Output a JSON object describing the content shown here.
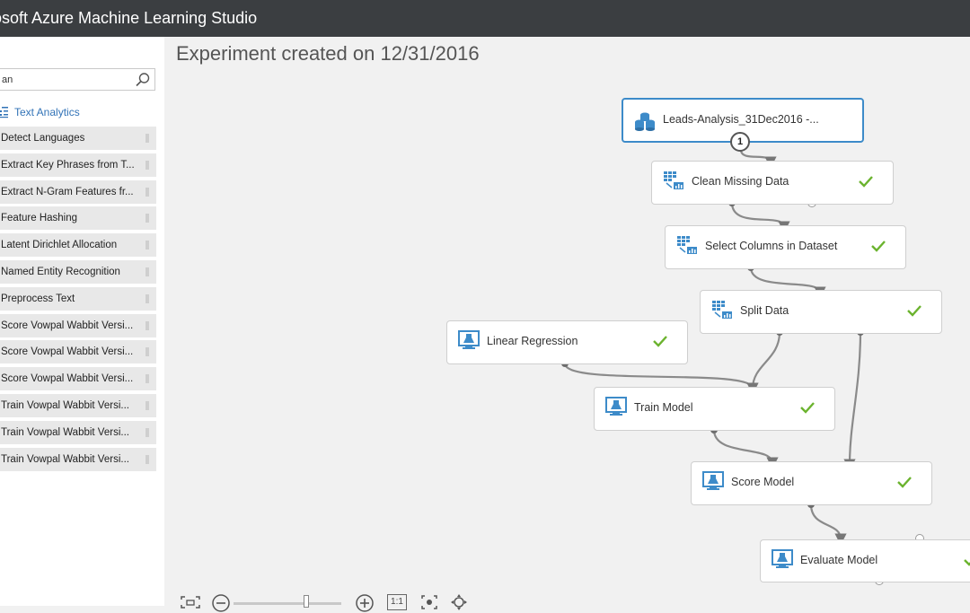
{
  "app": {
    "title": "osoft Azure Machine Learning Studio"
  },
  "palette": {
    "search": {
      "value": "an"
    },
    "category": {
      "label": "Text Analytics"
    },
    "modules": [
      "Detect Languages",
      "Extract Key Phrases from T...",
      "Extract N-Gram Features fr...",
      "Feature Hashing",
      "Latent Dirichlet Allocation",
      "Named Entity Recognition",
      "Preprocess Text",
      "Score Vowpal Wabbit Versi...",
      "Score Vowpal Wabbit Versi...",
      "Score Vowpal Wabbit Versi...",
      "Train Vowpal Wabbit Versi...",
      "Train Vowpal Wabbit Versi...",
      "Train Vowpal Wabbit Versi..."
    ]
  },
  "experiment": {
    "title": "Experiment created on 12/31/2016",
    "port_badge": "1",
    "nodes": {
      "dataset": "Leads-Analysis_31Dec2016 -...",
      "clean": "Clean Missing Data",
      "select": "Select Columns in Dataset",
      "split": "Split Data",
      "linear": "Linear Regression",
      "train": "Train Model",
      "score": "Score Model",
      "evaluate": "Evaluate Model"
    }
  },
  "zoom": {
    "actual_size_label": "1:1"
  },
  "colors": {
    "accent": "#3d8bc9",
    "check": "#6bb32e",
    "titlebar": "#3b3e41"
  }
}
